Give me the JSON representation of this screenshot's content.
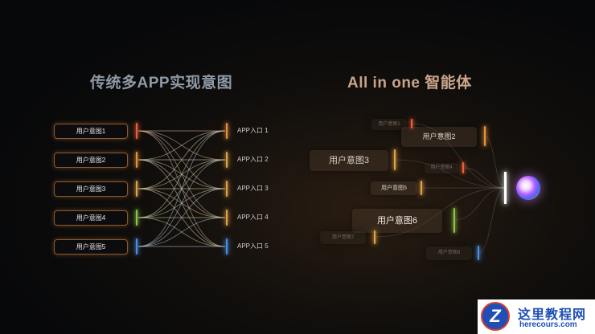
{
  "left_panel": {
    "title": "传统多APP实现意图",
    "intents": [
      "用户意图1",
      "用户意图2",
      "用户意图3",
      "用户意图4",
      "用户意图5"
    ],
    "apps": [
      "APP入口 1",
      "APP入口 2",
      "APP入口 3",
      "APP入口 4",
      "APP入口 5"
    ],
    "intent_colors": [
      "#e8613c",
      "#e8913c",
      "#e0a34a",
      "#8fc44a",
      "#4a8fe0"
    ],
    "app_colors": [
      "#e8913c",
      "#e0a34a",
      "#e0a34a",
      "#e0a34a",
      "#4a8fe0"
    ]
  },
  "right_panel": {
    "title": "All in one 智能体",
    "intents": [
      {
        "label": "用户意图1",
        "dim": true,
        "bar": "#e8613c"
      },
      {
        "label": "用户意图2",
        "dim": false,
        "bar": "#e8913c"
      },
      {
        "label": "用户意图3",
        "dim": false,
        "bar": "#e0a34a"
      },
      {
        "label": "用户意图4",
        "dim": true,
        "bar": "#e8613c"
      },
      {
        "label": "用户意图5",
        "dim": false,
        "bar": "#e0a34a"
      },
      {
        "label": "用户意图6",
        "dim": false,
        "bar": "#8fc44a"
      },
      {
        "label": "用户意图7",
        "dim": true,
        "bar": "#e0a34a"
      },
      {
        "label": "用户意图8",
        "dim": true,
        "bar": "#4a8fe0"
      }
    ]
  },
  "watermark": {
    "logo_letter": "Z",
    "title": "这里教程网",
    "subtitle": "herecours.com"
  }
}
